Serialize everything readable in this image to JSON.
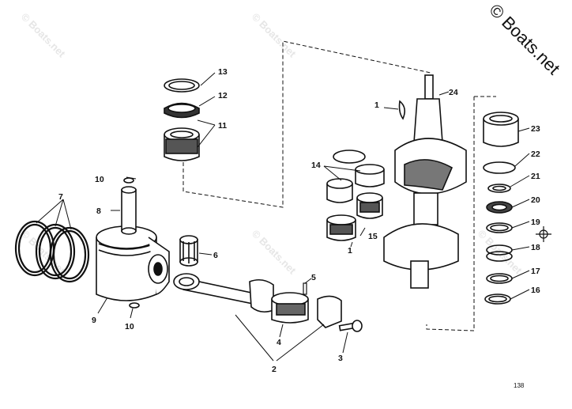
{
  "watermark": {
    "text": "© Boats.net"
  },
  "brand": {
    "text": "© Boats.net"
  },
  "page_number": "138",
  "callouts": {
    "c1a": "1",
    "c1b": "1",
    "c2": "2",
    "c3": "3",
    "c4": "4",
    "c5": "5",
    "c6": "6",
    "c7": "7",
    "c8": "8",
    "c9": "9",
    "c10a": "10",
    "c10b": "10",
    "c11": "11",
    "c12": "12",
    "c13": "13",
    "c14": "14",
    "c15": "15",
    "c16": "16",
    "c17": "17",
    "c18": "18",
    "c19": "19",
    "c20": "20",
    "c21": "21",
    "c22": "22",
    "c23": "23",
    "c24": "24"
  },
  "colors": {
    "ink": "#111111",
    "watermark": "#e6e6e6",
    "background": "#ffffff"
  }
}
